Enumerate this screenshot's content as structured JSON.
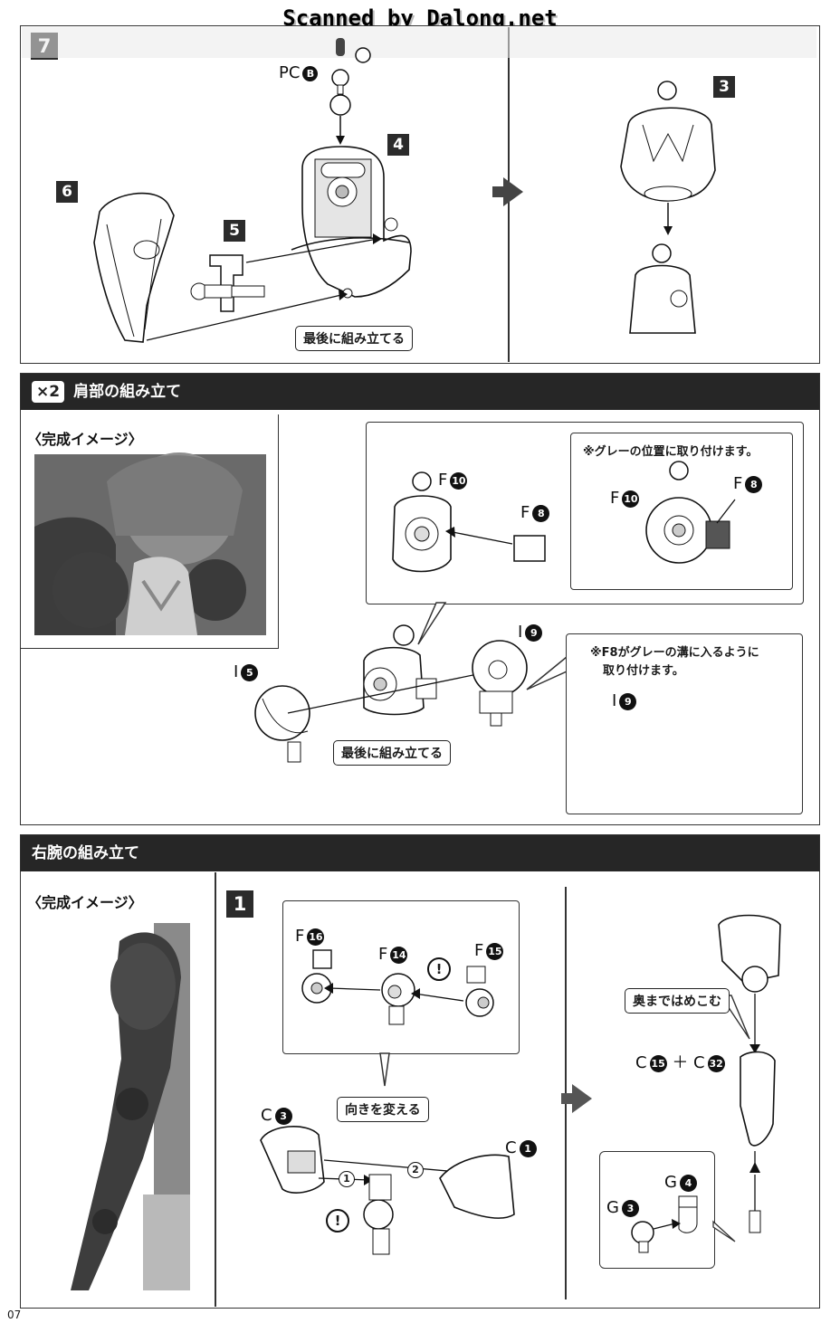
{
  "watermark": "Scanned by Dalong.net",
  "step7": {
    "number": "7",
    "parts": {
      "pc": "PC",
      "pc_num": "B",
      "p3": "3",
      "p4": "4",
      "p5": "5",
      "p6": "6"
    },
    "callout": "最後に組み立てる"
  },
  "shoulder": {
    "x2": "×2",
    "title": "肩部の組み立て",
    "image_title": "〈完成イメージ〉",
    "f10": "F",
    "f10_num": "10",
    "f8": "F",
    "f8_num": "8",
    "i9": "I",
    "i9_num": "9",
    "i5": "I",
    "i5_num": "5",
    "note1": "※グレーの位置に取り付けます。",
    "note1_f10": "F",
    "note1_f10_num": "10",
    "note1_f8": "F",
    "note1_f8_num": "8",
    "note2_line1": "※F8がグレーの溝に入るように",
    "note2_line2": "取り付けます。",
    "note2_i9": "I",
    "note2_i9_num": "9",
    "callout": "最後に組み立てる"
  },
  "rightarm": {
    "title": "右腕の組み立て",
    "image_title": "〈完成イメージ〉",
    "step": "1",
    "f16": "F",
    "f16_num": "16",
    "f14": "F",
    "f14_num": "14",
    "f15": "F",
    "f15_num": "15",
    "c3": "C",
    "c3_num": "3",
    "c1": "C",
    "c1_num": "1",
    "combo_c": "C",
    "combo_c15": "15",
    "combo_plus": "＋",
    "combo_c2": "C",
    "combo_c32": "32",
    "g4": "G",
    "g4_num": "4",
    "g3": "G",
    "g3_num": "3",
    "excl": "!",
    "order1": "1",
    "order2": "2",
    "callout_turn": "向きを変える",
    "callout_push": "奥まではめこむ"
  },
  "page_number": "07"
}
